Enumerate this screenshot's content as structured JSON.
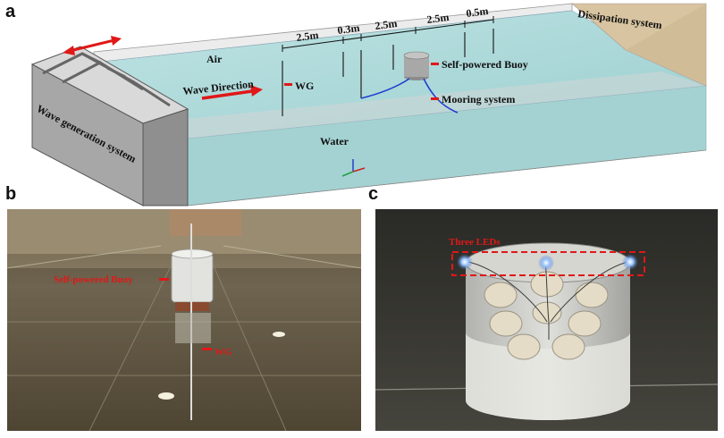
{
  "figure": {
    "panels": {
      "a": "a",
      "b": "b",
      "c": "c"
    },
    "panel_a": {
      "air": "Air",
      "water": "Water",
      "wave_direction": "Wave Direction",
      "wave_generation": "Wave generation system",
      "dissipation": "Dissipation system",
      "wg": "WG",
      "buoy": "Self-powered Buoy",
      "mooring": "Mooring system",
      "distances": [
        "2.5m",
        "0.3m",
        "2.5m",
        "2.5m",
        "0.5m"
      ]
    },
    "panel_b": {
      "buoy": "Self-powered Buoy",
      "wg": "WG"
    },
    "panel_c": {
      "leds": "Three LEDs"
    },
    "colors": {
      "arrow_red": "#e01818",
      "water": "#a9d6d6",
      "tank_wall": "#c8c8c8",
      "dissipation": "#d8c4a0"
    }
  }
}
